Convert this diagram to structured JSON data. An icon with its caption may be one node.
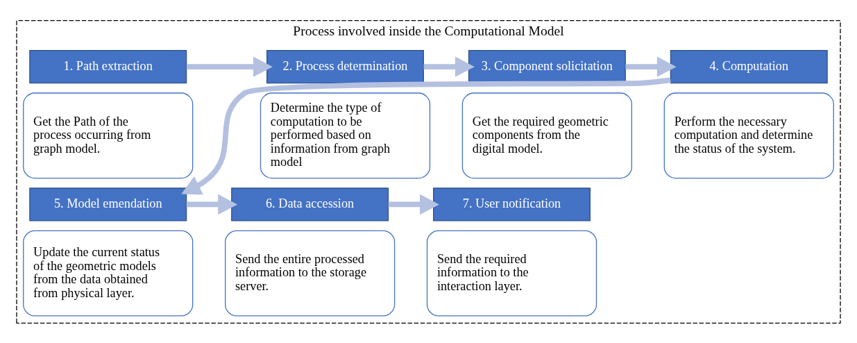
{
  "diagram": {
    "nodes": [
      {
        "text": [
          "Process involved inside the Computational Model"
        ]
      },
      {
        "text": [
          "1. Path extraction"
        ],
        "in": 0
      },
      {
        "text": [
          "Get the Path of the process occurring from graph model."
        ],
        "in": 0
      },
      {
        "text": [
          "2. Process determination"
        ],
        "in": 0
      },
      {
        "text": [
          "Determine the type of computation to be performed based on information from graph model"
        ],
        "in": 0
      },
      {
        "text": [
          "3. Component solicitation"
        ],
        "in": 0
      },
      {
        "text": [
          "Get the required geometric components from the digital model."
        ],
        "in": 0
      },
      {
        "text": [
          "4. Computation"
        ],
        "in": 0
      },
      {
        "text": [
          "Perform the necessary computation and determine the status of the system."
        ],
        "in": 0
      },
      {
        "text": [
          "5. Model emendation"
        ],
        "in": 0
      },
      {
        "text": [
          "Update the current status of the geometric models from the data obtained from physical layer."
        ],
        "in": 0
      },
      {
        "text": [
          "6. Data accession"
        ],
        "in": 0
      },
      {
        "text": [
          "Send the entire processed information to the storage server."
        ],
        "in": 0
      },
      {
        "text": [
          "7. User notification"
        ],
        "in": 0
      },
      {
        "text": [
          "Send the required information to the interaction layer."
        ],
        "in": 0
      }
    ],
    "edges": [
      {
        "from": 1,
        "to": 3,
        "arrow": "to"
      },
      {
        "from": 3,
        "to": 5,
        "arrow": "to"
      },
      {
        "from": 5,
        "to": 7,
        "arrow": "to"
      },
      {
        "from": 7,
        "to": 9,
        "arrow": "to"
      },
      {
        "from": 9,
        "to": 11,
        "arrow": "to"
      },
      {
        "from": 11,
        "to": 13,
        "arrow": "to"
      }
    ]
  }
}
